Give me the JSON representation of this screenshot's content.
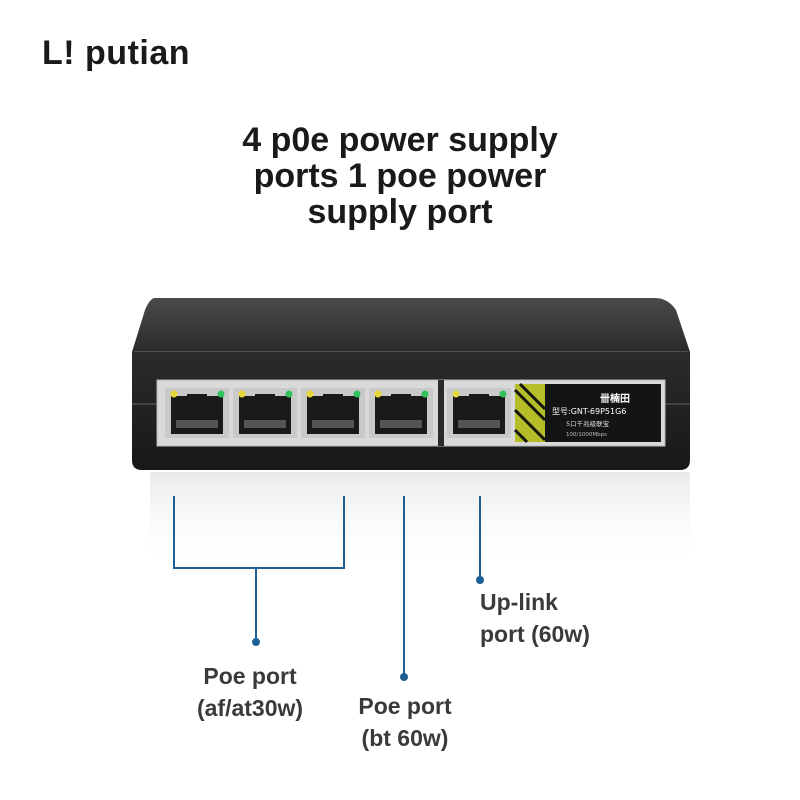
{
  "brand": "L! putian",
  "headline": {
    "line1": "4 p0e power supply",
    "line2": "ports 1 poe power",
    "line3": "supply port"
  },
  "device": {
    "logo_text": "卌楠田",
    "model_label": "型号:GNT-69P51G6",
    "desc_label": "5口千兆级联宝",
    "speed_label": "100/1000Mbps",
    "port_count": 5,
    "accent_color": "#c7cf2b",
    "led_colors": [
      "#e6d93a",
      "#2fc25b"
    ]
  },
  "callouts": {
    "poe_af": {
      "line1": "Poe port",
      "line2": "(af/at30w)"
    },
    "poe_bt": {
      "line1": "Poe port",
      "line2": "(bt 60w)"
    },
    "uplink": {
      "line1": "Up-link",
      "line2": "port (60w)"
    }
  },
  "colors": {
    "leader_line": "#1d5f93",
    "text": "#1a1a1a"
  }
}
